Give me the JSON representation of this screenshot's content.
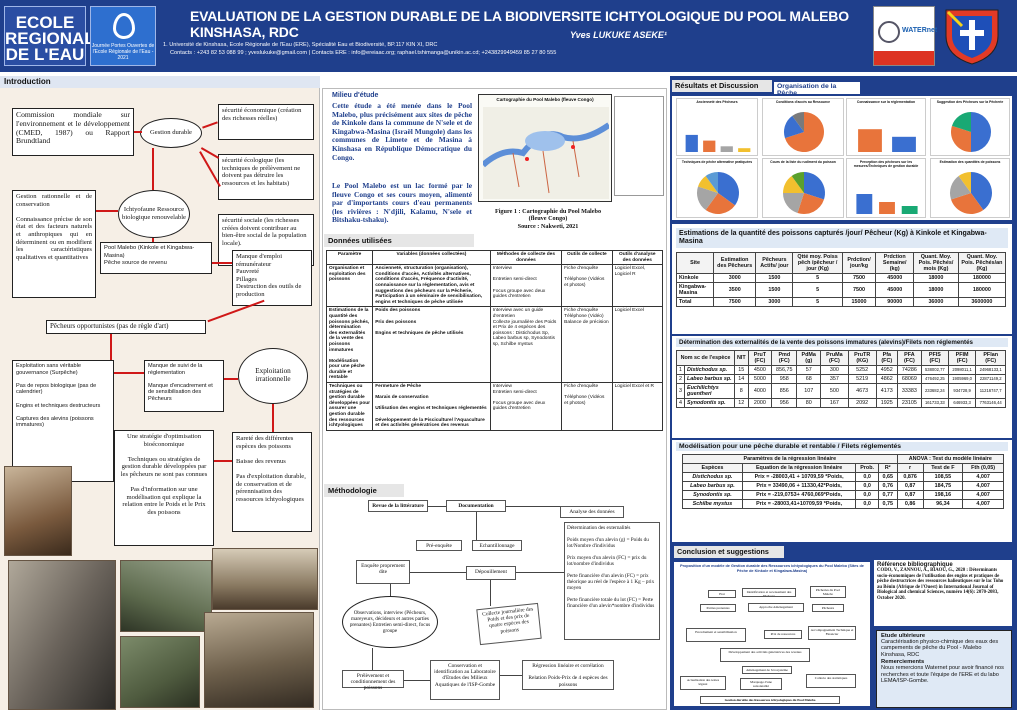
{
  "header": {
    "title": "EVALUATION DE LA GESTION DURABLE DE LA BIODIVERSITE ICHTYOLOGIQUE DU POOL MALEBO KINSHASA, RDC",
    "author": "Yves LUKUKE ASEKE¹",
    "affiliation_line1": "1.   Université de   Kinshasa, Ecole Régionale de l'Eau (ERE), Spécialité Eau et Biodiversité, BP.117 KIN XI, DRC",
    "affiliation_line2": "Contacts : +243 82 53 088 99 ; yveslukuke@gmail.com | Contacts ERE : info@ereiaac.org; raphael.tshimanga@unikin.ac.cd; +243829949459 85 27 80 555",
    "logo_left_text": "ECOLE REGIONALE DE L'EAU",
    "logo_mid_text": "Journée Portes Ouvertes de l'Ecole Régionale de l'Eau - 2021",
    "logo_r1_text": "WATERnet"
  },
  "intro": {
    "heading": "Introduction",
    "box1": "Commission mondiale sur l'environnement et le développement (CMED, 1987) ou Rapport Brundtland",
    "oval1": "Gestion durable",
    "eco": "sécurité économique (création des richesses réelles)",
    "ecol": "sécurité écologique (les techniques de prélèvement ne doivent pas détruire les ressources et les habitats)",
    "soc": "sécurité sociale (les richesses créées doivent contribuer au bien-être social de la population locale).",
    "oval2": "Ichtyofaune Ressource biologique renouvelable",
    "gestion": "Gestion rationnelle et de conservation\n\nConnaissance précise de son état et des facteurs naturels et anthropiques qui en déterminent ou en modifient les caractéristiques qualitatives et quantitatives",
    "pool": "Pool Malebo (Kinkole et Kingabwa-Masina)\nPêche source de revenu",
    "manque": "Manque d'emploi rémunérateur\nPauvreté\nPillages\nDestruction des outils de production",
    "pecheurs": "Pêcheurs opportunistes (pas de règle d'art)",
    "exploit": "Exploitation sans véritable gouvernance (Surpêche)\n\nPas de repos biologique (pas de calendrier)\n\nEngins et techniques destructeurs\n\nCaptures des alevins (poissons immatures)",
    "suivi": "Manque de suivi de la réglementation\n\nManque d'encadrement et de sensibilisation des Pêcheurs",
    "oval3": "Exploitation irrationnelle",
    "rarete": "Rareté des différentes espèces des poissons\n\nBaisse des revenus\n\nPas d'exploitation durable, de conservation et de pérennisation des ressources ichtyologiques",
    "strategy": "Une stratégie d'optimisation bioéconomique\n\nTechniques ou stratégies de gestion durable développées par les pêcheurs ne sont pas connues\n\nPas d'information sur une modélisation qui explique la relation entre le Poids et le Prix des poissons"
  },
  "milieu": {
    "heading": "Milieu d'étude",
    "para1": "Cette étude a été menée dans le Pool Malebo, plus précisément aux sites de pêche de Kinkole dans la commune de N'sele et de Kingabwa-Masina (Israël Mungole) dans les communes de Limete et de Masina à Kinshasa en République Démocratique du Congo.",
    "para2": "Le Pool Malebo est un lac formé par le fleuve Congo et ses cours moyen, alimenté par d'importants cours d'eau permanents (les rivières : N'djili, Kalamu, N'sele et Bitshaku-tshaku).",
    "map_title": "Cartographie du Pool Malebo (fleuve Congo)",
    "caption": "Figure 1 : Cartographie du Pool Malebo (fleuve Congo)",
    "source": "Source : Nakweti, 2021"
  },
  "donnees": {
    "heading": "Données utilisées",
    "headers": [
      "Paramètre",
      "Variables (données collectées)",
      "Méthodes de collecte des données",
      "Outils de collecte",
      "Outils d'analyse des données"
    ],
    "rows": [
      [
        "Organisation et exploitation des poissons",
        "Ancienneté, structuration (organisation), Conditions d'accès, Activités alternatives, conditions d'accès, Fréquence d'activité, connaissance sur la réglementation, avis et suggestions des pêcheurs sur la Pêcherie, Participation à un séminaire de sensibilisation, engins et techniques de pêche utilisée",
        "Interview\n\nEntretien semi-direct\n\nFocus groupe avec deux guides d'entretien",
        "Fiche d'enquête\n\nTéléphone (Vidéos et photos)",
        "Logiciel Excel, Logiciel R"
      ],
      [
        "Estimations de la quantité des poissons pêchés, détermination des externalités de la vente des poissons immatures\n\nModélisation pour une pêche durable et rentable",
        "Poids des poissons\n\nPrix des poissons\n\nEngins et techniques de pêche utilisés",
        "Interview avec un guide d'entretien\nCollecte journalière des Poids et Prix de 4 espèces des poissons : Distichodus Sp, Labeo barbus sp, Synodontis sp, Schilbe mystus",
        "Fiche d'enquête\nTéléphone (Vidéo)\nBalance de précision",
        "Logiciel Excel"
      ],
      [
        "Techniques ou stratégies de gestion durable développées pour assurer une gestion durable des ressources ichtyologiques",
        "Fermeture de Pêche\n\nMarais de conservation\n\nUtilisation des engins et techniques réglementés\n\nDéveloppement de la Pisciculture/ l'Aquaculture et des activités génératrices des revenus",
        "Interview\nEntretien semi-direct\n\nFocus groupe avec deux guides d'entretien",
        "Fiche d'enquête\n\nTéléphone (Vidéos et photos)",
        "Logiciel Excel et R"
      ]
    ]
  },
  "methodo": {
    "heading": "Méthodologie",
    "revue": "Revue de la littérature",
    "documentation": "Documentation",
    "analyse": "Analyse des données",
    "pre": "Pré-enquête",
    "echant": "Echantillonnage",
    "enquete": "Enquête proprement dite",
    "depouil": "Dépouillement",
    "determ": "Détermination des externalités\n\nPoids moyen d'un alevin (g) = Poids du lot/Nombre d'individus\n\nPrix moyen d'un alevin (FC) = prix du lot/nombre d'individus\n\nPerte financière d'un alevin (FC) = prix théorique au réel de l'espèce à 1 Kg – prix moyen\n\nPerte financière totale du lot (FC) = Perte financière d'un alevin*nombre d'individus",
    "obs": "Observations, interview (Pêcheurs, mareyeurs, décideurs et autres parties prenantes) Entretien semi-direct, focus groupe",
    "collecte": "Collecte journalière des Poids et des prix de quatre espèces des poissons",
    "prelev": "Prélèvement et conditionnement des poissons",
    "conserv": "Conservation et identification au Laboratoire d'Etudes des Milieux Aquatiques de l'ISP-Gombe",
    "regression": "Régression linéaire et corrélation\n\nRelation Poids-Prix de 4 espèces des poissons"
  },
  "results": {
    "heading": "Résultats et Discussion",
    "org": "Organisation de la Pêche",
    "mini_titles": [
      "Ancienneté des Pêcheurs",
      "Conditions d'accès au Ressource",
      "Connaissance sur la réglementation",
      "Suggestion des Pêcheurs sur la Pêcherie",
      "Techniques de pêche alternative pratiquées",
      "Cours de la liste du rudiment du poisson",
      "Perception des pêcheurs sur les mesures/Techniques de gestion durable",
      "Estimation des quantités de poissons"
    ]
  },
  "estim": {
    "heading": "Estimations de la quantité des poissons capturés /jour/ Pêcheur (Kg) à Kinkole et Kingabwa-Masina",
    "headers": [
      "Site",
      "Estimation des Pêcheurs",
      "Pêcheurs Actifs/ jour",
      "Qtté moy. Poiss pêch /pêcheur / jour (Kg)",
      "Prdction/ jour/kg",
      "Prdction Semaine/ (kg)",
      "Quant. Moy. Pois. Pêchés/ mois (Kg)",
      "Quant. Moy. Pois. Pêchés/an (Kg)"
    ],
    "rows": [
      [
        "Kinkole",
        "3000",
        "1500",
        "5",
        "7500",
        "45000",
        "18000",
        "180000"
      ],
      [
        "Kingabwa-Masina",
        "3500",
        "1500",
        "5",
        "7500",
        "45000",
        "18000",
        "180000"
      ],
      [
        "Total",
        "7500",
        "3000",
        "5",
        "15000",
        "90000",
        "36000",
        "3600000"
      ]
    ]
  },
  "extern": {
    "heading": "Détermination des externalités de la vente des poissons immatures (alevins)/Filets non réglementés",
    "headers": [
      "Nom sc de l'espèce",
      "NIT",
      "PruT (FC)",
      "Pmd (FC)",
      "PdMa (g)",
      "PruMa (FC)",
      "PruTR (KG)",
      "Pfa (FC)",
      "PFA (FC)",
      "PFIS (FC)",
      "PFIM (FC)",
      "PFIan (FC)"
    ],
    "rows": [
      [
        "1",
        "Distichodus sp.",
        "15",
        "4500",
        "856,75",
        "57",
        "300",
        "5252",
        "4952",
        "74286",
        "538002,77",
        "2098011,1",
        "24968133,1"
      ],
      [
        "2",
        "Labeo barbus sp.",
        "14",
        "5000",
        "958",
        "68",
        "357",
        "5219",
        "4862",
        "68069",
        "476492,25",
        "1905969,0",
        "22871149,2"
      ],
      [
        "3",
        "Euchilichtys guentheri",
        "8",
        "4000",
        "856",
        "107",
        "500",
        "4673",
        "4173",
        "33383",
        "233682,24",
        "934728,9",
        "11216747,7"
      ],
      [
        "4",
        "Synodontis sp.",
        "12",
        "2000",
        "956",
        "80",
        "167",
        "2092",
        "1925",
        "23105",
        "161733,33",
        "646933,3",
        "7763146,44"
      ]
    ]
  },
  "model": {
    "heading": "Modélisation pour une pêche durable et rentable / Filets réglementés",
    "headers": [
      "Espèces",
      "Equation de la régression linéaire",
      "Prob.",
      "R²",
      "r",
      "Test de F",
      "Fth (0,05)"
    ],
    "group1": "Paramètres de la régression linéaire",
    "group2": "ANOVA : Test du modèle linéaire",
    "rows": [
      [
        "Distichodus sp.",
        "Prix = -28003,41 + 10709,59 *Poids,",
        "0,0",
        "0,65",
        "0,876",
        "108,55",
        "4,007"
      ],
      [
        "Labeo barbus sp.",
        "Prix = 33490,06 + 11330,42*Poids,",
        "0,0",
        "0,76",
        "0,87",
        "184,75",
        "4,007"
      ],
      [
        "Synodontis sp.",
        "Prix = -219,0753+ 4760,069*Poids,",
        "0,0",
        "0,77",
        "0,87",
        "198,16",
        "4,007"
      ],
      [
        "Schilbe mystus",
        "Prix = -28003,41+10709,59 *Poids,",
        "0,0",
        "0,75",
        "0,86",
        "96,34",
        "4,007"
      ]
    ]
  },
  "conclusion": {
    "heading": "Conclusion et suggestions",
    "model_title": "Proposition d'un modèle de Gestion durable des Ressources ichtyologiques du Pool Malebo (Sites de Pêche de Kinkole et Kingabwa-Masina)",
    "nodes": [
      "Etat",
      "Identification et recensement des Pêcheurs",
      "Pêcheries du Pool Malebo",
      "Parties prenantes",
      "Approche Aménagement",
      "Pêcheurs",
      "Encadrement et sensibilisation",
      "Prix de ressources",
      "Accompagnement Technique et Financier",
      "Développement des activités génératrices des revenus",
      "Aménagement de l'écosystème",
      "Actualisation des textes légaux",
      "Marquage d'une saisonnalité",
      "Collecte des statistiques",
      "Gestion durable des Ressources ichtyologiques du Pool Malebo"
    ],
    "ref_title": "Référence bibliographique",
    "ref_text": "CODO, V., ZANNOU, A., BIAOU, G., 2020 : Déterminants socio-économiques de l'utilisation des engins et pratiques de pêche destructrices des ressources halieutiques sur le lac Toho au Bénin (Afrique de l'Ouest) in International Journal of Biological and chemical Sciences, numéro 14(6): 2070-2083, October 2020.",
    "etude_title": "Etude ultérieure",
    "etude_text": "Caractérisation physico-chimique des eaux des campements de pêche du Pool - Malebo Kinshasa, RDC",
    "remerc_title": "Remerciements",
    "remerc_text": "Nous remercions Waternet pour avoir financé nos recherches et toute l'équipe de l'ERE et du labo LEMA/ISP-Gombe."
  },
  "colors": {
    "header_bg": "#1f3f8c",
    "arrow": "#d01818",
    "panel": "#f6efe6"
  }
}
